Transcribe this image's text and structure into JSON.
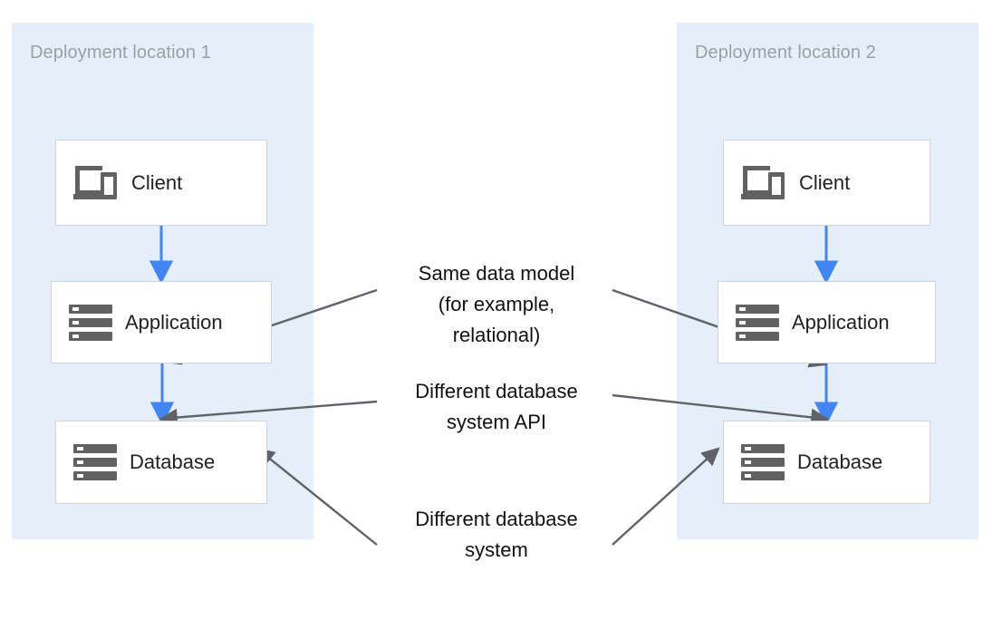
{
  "diagram": {
    "title": "Same data model, different database systems across two deployment locations",
    "colors": {
      "zone_background": "#e4eff9",
      "node_background": "#ffffff",
      "node_border": "#d0d3d6",
      "flow_arrow": "#4285f4",
      "annotation_arrow": "#5f6368",
      "zone_title_text": "#9aa0a6",
      "node_text": "#202124",
      "annotation_text": "#111111"
    },
    "zones": [
      {
        "id": "zone-1",
        "title": "Deployment location 1",
        "nodes": [
          {
            "id": "node-client-1",
            "label": "Client",
            "icon": "devices-icon"
          },
          {
            "id": "node-app-1",
            "label": "Application",
            "icon": "server-icon"
          },
          {
            "id": "node-db-1",
            "label": "Database",
            "icon": "server-icon"
          }
        ]
      },
      {
        "id": "zone-2",
        "title": "Deployment location 2",
        "nodes": [
          {
            "id": "node-client-2",
            "label": "Client",
            "icon": "devices-icon"
          },
          {
            "id": "node-app-2",
            "label": "Application",
            "icon": "server-icon"
          },
          {
            "id": "node-db-2",
            "label": "Database",
            "icon": "server-icon"
          }
        ]
      }
    ],
    "annotations": [
      {
        "id": "annotation-0",
        "lines": [
          "Same data model",
          "(for example,",
          "relational)"
        ],
        "text": "Same data model (for example, relational)"
      },
      {
        "id": "annotation-1",
        "lines": [
          "Different database",
          "system API"
        ],
        "text": "Different database system API"
      },
      {
        "id": "annotation-2",
        "lines": [
          "Different database",
          "system"
        ],
        "text": "Different database system"
      }
    ]
  }
}
